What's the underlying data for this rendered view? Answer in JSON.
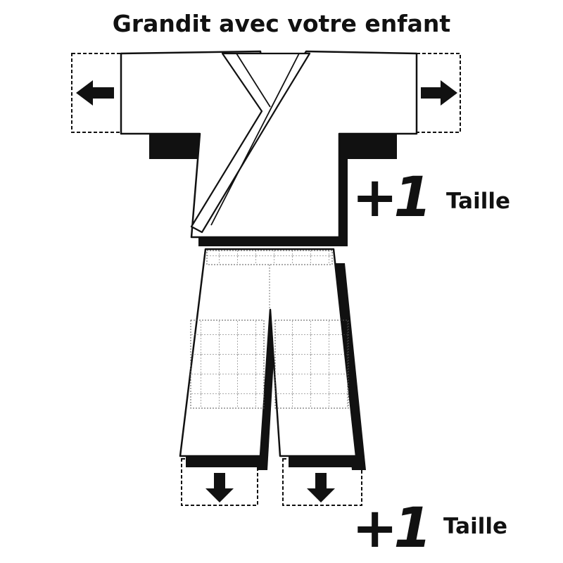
{
  "title": "Grandit avec votre enfant",
  "callouts": [
    {
      "amount": "+1",
      "unit": "Taille"
    },
    {
      "amount": "+1",
      "unit": "Taille"
    }
  ],
  "colors": {
    "ink": "#111111",
    "background": "#ffffff"
  }
}
